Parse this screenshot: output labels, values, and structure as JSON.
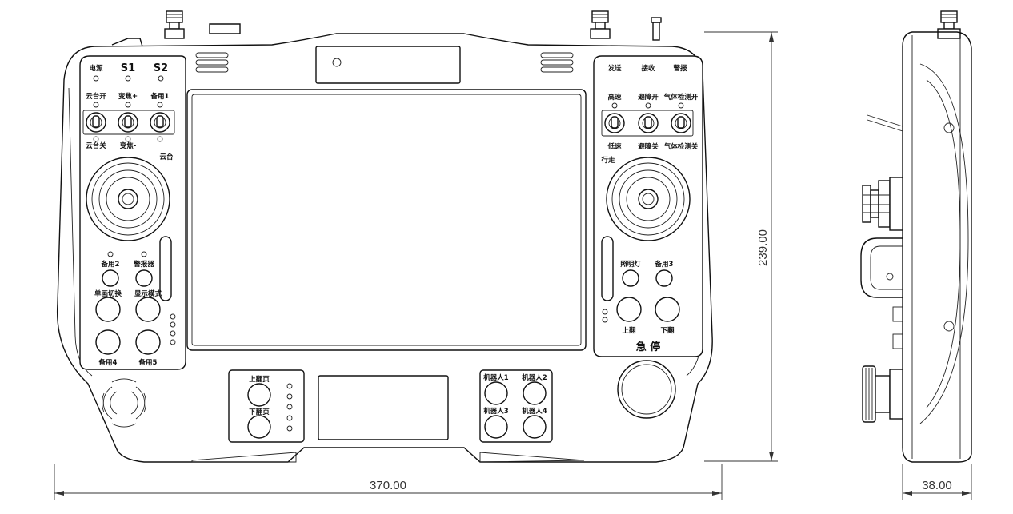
{
  "dimensions": {
    "width": "370.00",
    "height": "239.00",
    "depth": "38.00"
  },
  "left_panel": {
    "indicators": [
      "电源",
      "S1",
      "S2"
    ],
    "switch_top_labels": [
      "云台开",
      "变焦+",
      "备用1"
    ],
    "switch_bottom_labels": [
      "云台关",
      "变焦-"
    ],
    "joystick_label": "云台",
    "small_buttons": [
      "备用2",
      "警报器"
    ],
    "mid_buttons": [
      "单画切换",
      "显示模式"
    ],
    "bottom_buttons": [
      "备用4",
      "备用5"
    ]
  },
  "right_panel": {
    "indicators": [
      "发送",
      "接收",
      "警报"
    ],
    "switch_top_labels": [
      "高速",
      "避障开",
      "气体检测开"
    ],
    "switch_bottom_labels": [
      "低速",
      "避障关",
      "气体检测关"
    ],
    "joystick_label": "行走",
    "small_buttons": [
      "照明灯",
      "备用3"
    ],
    "big_buttons": [
      "上翻",
      "下翻"
    ],
    "emergency_stop": "急 停"
  },
  "bottom_left_box": {
    "buttons": [
      "上翻页",
      "下翻页"
    ]
  },
  "bottom_right_box": {
    "buttons": [
      "机器人1",
      "机器人2",
      "机器人3",
      "机器人4"
    ]
  }
}
